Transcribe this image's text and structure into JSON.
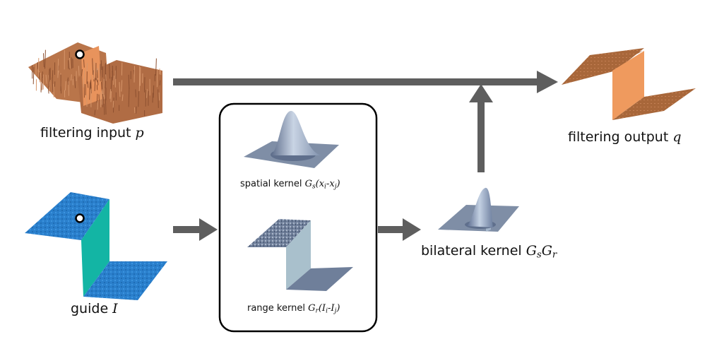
{
  "labels": {
    "input_text": "filtering input ",
    "input_symbol": "p",
    "output_text": "filtering output ",
    "output_symbol": "q",
    "guide_text": "guide ",
    "guide_symbol": "I",
    "spatial_text": "spatial kernel ",
    "spatial_G": "G",
    "spatial_sub": "s",
    "spatial_args_open": "(x",
    "spatial_i": "i",
    "spatial_minus": "-x",
    "spatial_j": "j",
    "spatial_close": ")",
    "range_text": "range kernel ",
    "range_G": "G",
    "range_sub": "r",
    "range_args_open": "(I",
    "range_i": "i",
    "range_minus": "-I",
    "range_j": "j",
    "range_close": ")",
    "bilateral_text": "bilateral kernel ",
    "bilateral_G1": "G",
    "bilateral_s": "s",
    "bilateral_G2": "G",
    "bilateral_r": "r"
  },
  "colors": {
    "arrow": "#5e5e5e",
    "input_surface": "#c98a5e",
    "input_step": "#e8935c",
    "output_surface": "#b06a3a",
    "output_step": "#ef9a5e",
    "guide_top": "#2b82cf",
    "guide_step": "#13b5a4",
    "kernel_plane": "#7f8ea6",
    "kernel_light": "#c7d2e2"
  }
}
